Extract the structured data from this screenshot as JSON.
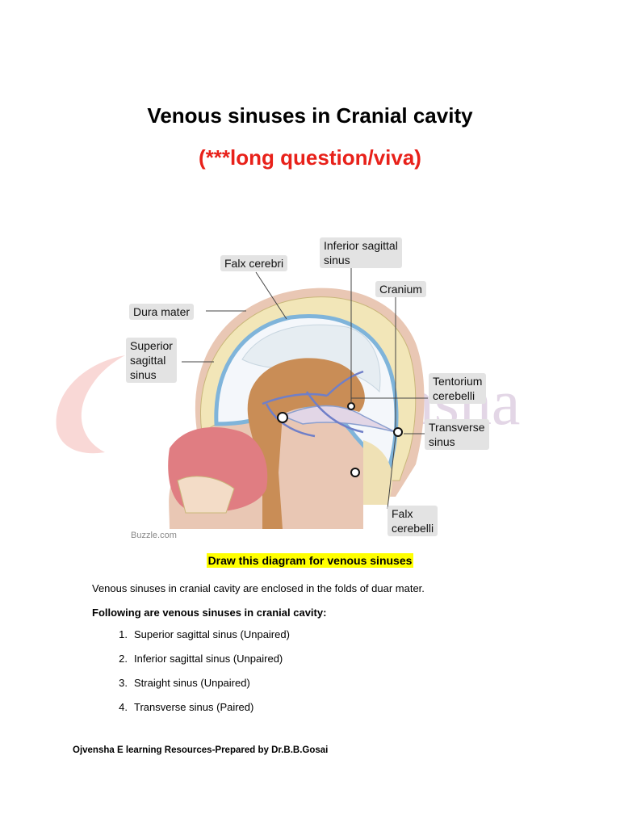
{
  "header": {
    "title": "Venous sinuses in Cranial cavity",
    "subtitle": "(***long question/viva)"
  },
  "watermark": {
    "text": "jvensha"
  },
  "diagram": {
    "labels": {
      "falx_cerebri": "Falx cerebri",
      "inferior_sagittal_sinus_1": "Inferior sagittal",
      "inferior_sagittal_sinus_2": "sinus",
      "cranium": "Cranium",
      "dura_mater": "Dura mater",
      "superior_sagittal_sinus_1": "Superior",
      "superior_sagittal_sinus_2": "sagittal",
      "superior_sagittal_sinus_3": "sinus",
      "tentorium_cerebelli_1": "Tentorium",
      "tentorium_cerebelli_2": "cerebelli",
      "transverse_sinus_1": "Transverse",
      "transverse_sinus_2": "sinus",
      "falx_cerebelli_1": "Falx",
      "falx_cerebelli_2": "cerebelli"
    },
    "credit": "Buzzle.com"
  },
  "instruction": "Draw this diagram for venous sinuses",
  "intro": "Venous sinuses in cranial cavity are enclosed in the folds of duar mater.",
  "list_heading": "Following are venous sinuses in cranial cavity:",
  "sinuses": [
    {
      "num": "1.",
      "text": "Superior sagittal sinus (Unpaired)"
    },
    {
      "num": "2.",
      "text": "Inferior sagittal sinus (Unpaired)"
    },
    {
      "num": "3.",
      "text": "Straight sinus (Unpaired)"
    },
    {
      "num": "4.",
      "text": "Transverse sinus (Paired)"
    }
  ],
  "footer": "Ojvensha E learning Resources-Prepared by Dr.B.B.Gosai",
  "colors": {
    "subtitle": "#e8211a",
    "highlight": "#ffff00",
    "label_bg": "#e3e3e3"
  }
}
